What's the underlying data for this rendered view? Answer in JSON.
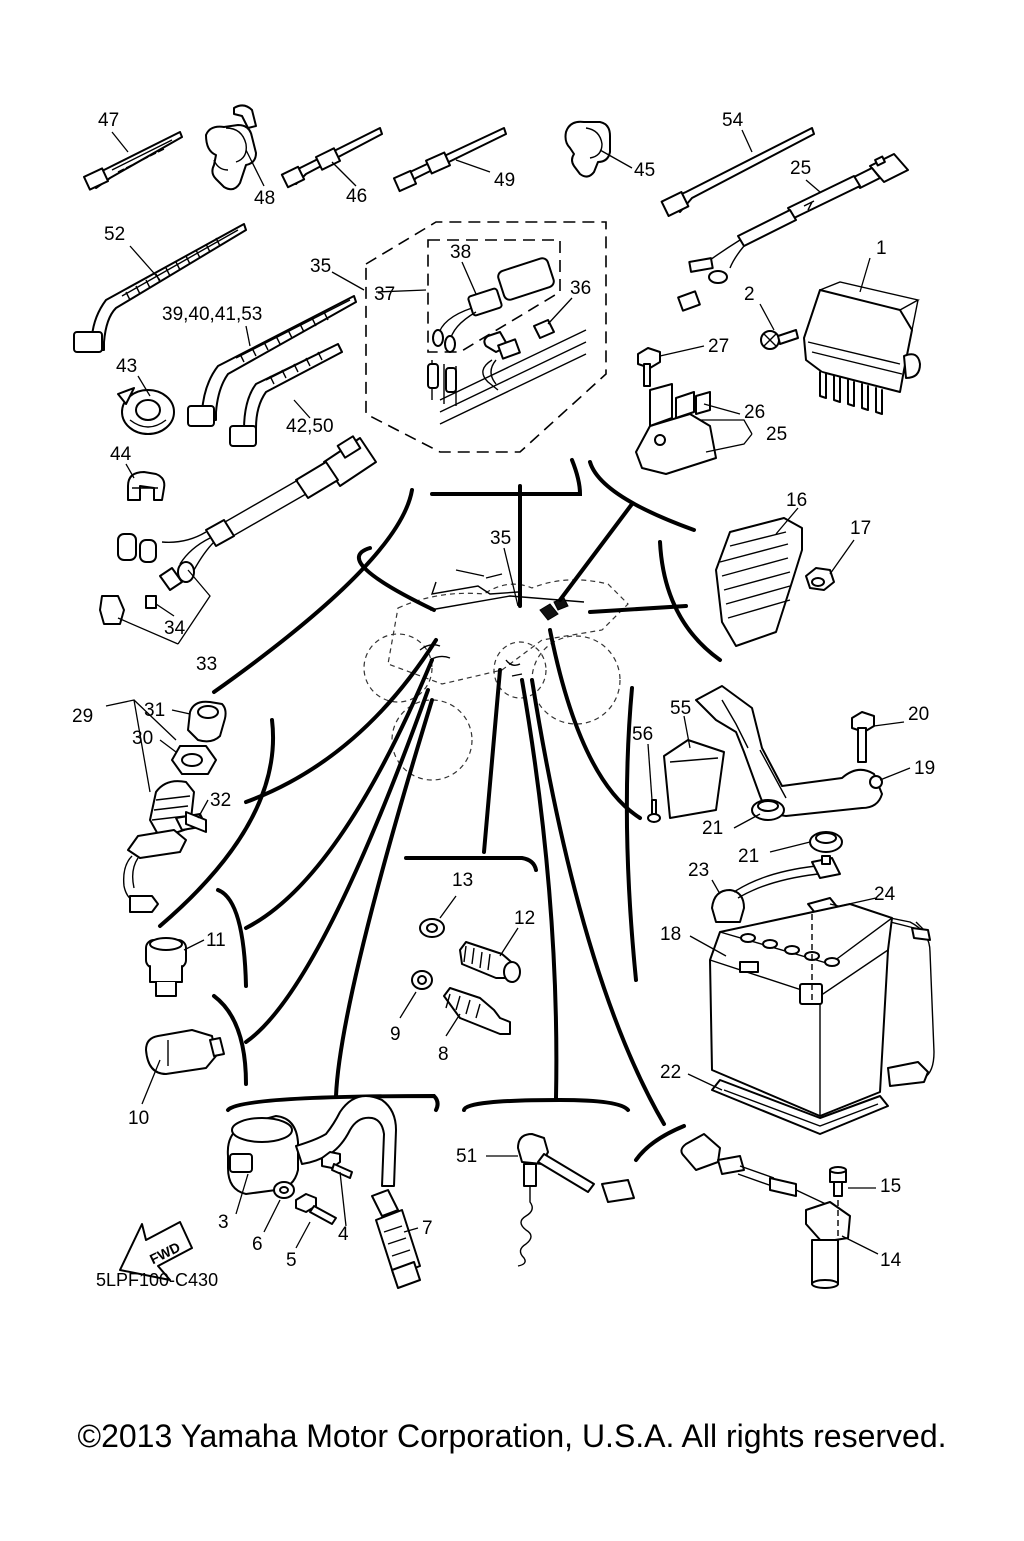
{
  "diagram": {
    "code": "5LPF100-C430",
    "fwd_label": "FWD",
    "copyright": "©2013 Yamaha Motor Corporation, U.S.A. All rights reserved."
  },
  "callouts": [
    {
      "id": "c1",
      "text": "1"
    },
    {
      "id": "c2",
      "text": "2"
    },
    {
      "id": "c3",
      "text": "3"
    },
    {
      "id": "c4",
      "text": "4"
    },
    {
      "id": "c5",
      "text": "5"
    },
    {
      "id": "c6",
      "text": "6"
    },
    {
      "id": "c7",
      "text": "7"
    },
    {
      "id": "c8",
      "text": "8"
    },
    {
      "id": "c9",
      "text": "9"
    },
    {
      "id": "c10",
      "text": "10"
    },
    {
      "id": "c11",
      "text": "11"
    },
    {
      "id": "c12",
      "text": "12"
    },
    {
      "id": "c13",
      "text": "13"
    },
    {
      "id": "c14",
      "text": "14"
    },
    {
      "id": "c15",
      "text": "15"
    },
    {
      "id": "c16",
      "text": "16"
    },
    {
      "id": "c17",
      "text": "17"
    },
    {
      "id": "c18",
      "text": "18"
    },
    {
      "id": "c19",
      "text": "19"
    },
    {
      "id": "c20",
      "text": "20"
    },
    {
      "id": "c21a",
      "text": "21"
    },
    {
      "id": "c21b",
      "text": "21"
    },
    {
      "id": "c22",
      "text": "22"
    },
    {
      "id": "c23",
      "text": "23"
    },
    {
      "id": "c24",
      "text": "24"
    },
    {
      "id": "c25",
      "text": "25"
    },
    {
      "id": "c26",
      "text": "26"
    },
    {
      "id": "c27",
      "text": "27"
    },
    {
      "id": "c28",
      "text": "28"
    },
    {
      "id": "c29",
      "text": "29"
    },
    {
      "id": "c30",
      "text": "30"
    },
    {
      "id": "c31",
      "text": "31"
    },
    {
      "id": "c32",
      "text": "32"
    },
    {
      "id": "c33",
      "text": "33"
    },
    {
      "id": "c34",
      "text": "34"
    },
    {
      "id": "c35a",
      "text": "35"
    },
    {
      "id": "c35b",
      "text": "35"
    },
    {
      "id": "c36",
      "text": "36"
    },
    {
      "id": "c37",
      "text": "37"
    },
    {
      "id": "c38",
      "text": "38"
    },
    {
      "id": "c39",
      "text": "39,40,41,53"
    },
    {
      "id": "c42",
      "text": "42,50"
    },
    {
      "id": "c43",
      "text": "43"
    },
    {
      "id": "c44",
      "text": "44"
    },
    {
      "id": "c45",
      "text": "45"
    },
    {
      "id": "c46",
      "text": "46"
    },
    {
      "id": "c47",
      "text": "47"
    },
    {
      "id": "c48",
      "text": "48"
    },
    {
      "id": "c49",
      "text": "49"
    },
    {
      "id": "c51",
      "text": "51"
    },
    {
      "id": "c52",
      "text": "52"
    },
    {
      "id": "c54",
      "text": "54"
    },
    {
      "id": "c55",
      "text": "55"
    },
    {
      "id": "c56",
      "text": "56"
    }
  ]
}
